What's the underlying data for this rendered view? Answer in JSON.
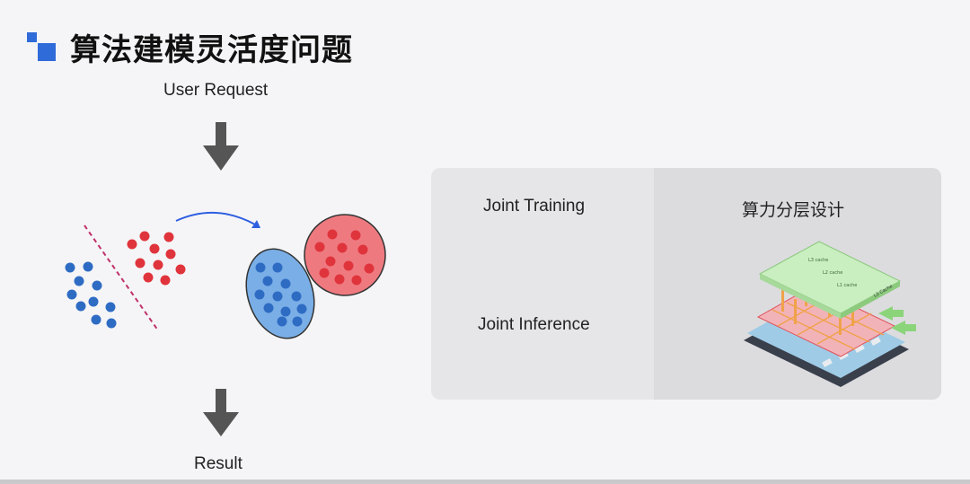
{
  "header": {
    "title": "算法建模灵活度问题",
    "logo_color": "#2f6bd9"
  },
  "flow": {
    "top_label": "User Request",
    "bottom_label": "Result"
  },
  "panel": {
    "left_items": [
      "Joint Training",
      "Joint Inference"
    ],
    "right_title": "算力分层设计",
    "chip_labels": [
      "L3 cache",
      "L2 cache",
      "L1 cache",
      "L3 Cache"
    ]
  },
  "colors": {
    "blue": "#2f6bd9",
    "red": "#e0343c",
    "arrow": "#555555"
  }
}
